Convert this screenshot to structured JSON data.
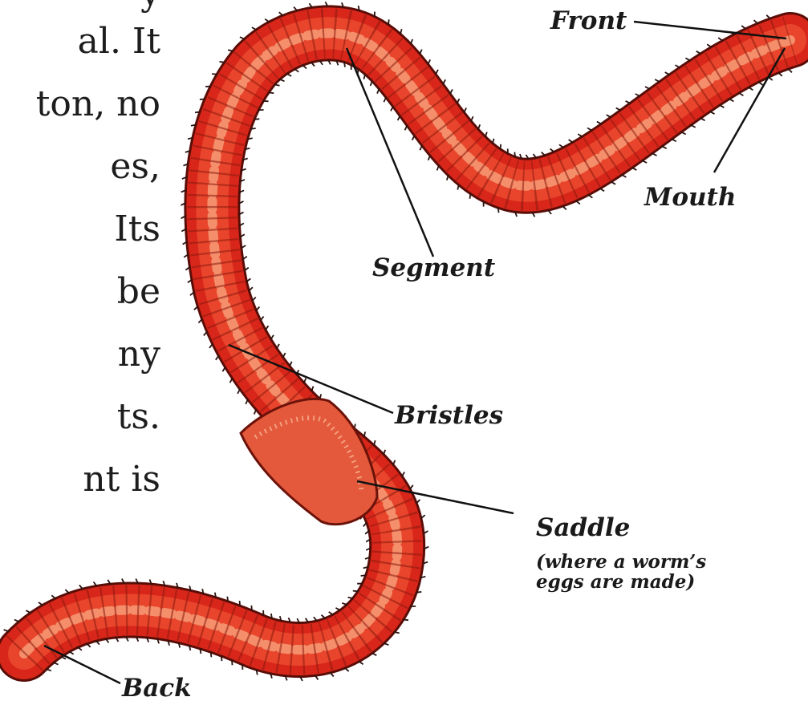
{
  "body_text": {
    "lines": [
      "y",
      "al. It",
      "ton, no",
      "es,",
      "Its",
      "be",
      "ny",
      "ts.",
      "nt is"
    ]
  },
  "labels": {
    "front": "Front",
    "mouth": "Mouth",
    "segment": "Segment",
    "bristles": "Bristles",
    "saddle": "Saddle",
    "saddle_note_1": "(where a worm’s",
    "saddle_note_2": "eggs are made)",
    "back": "Back"
  },
  "colors": {
    "worm_body": "#d8261a",
    "worm_highlight": "#f7a07a",
    "worm_outline": "#5a0d07",
    "saddle": "#e4583b",
    "bristle": "#2a1410",
    "leader_line": "#111111",
    "label_text": "#1a1a1a"
  }
}
